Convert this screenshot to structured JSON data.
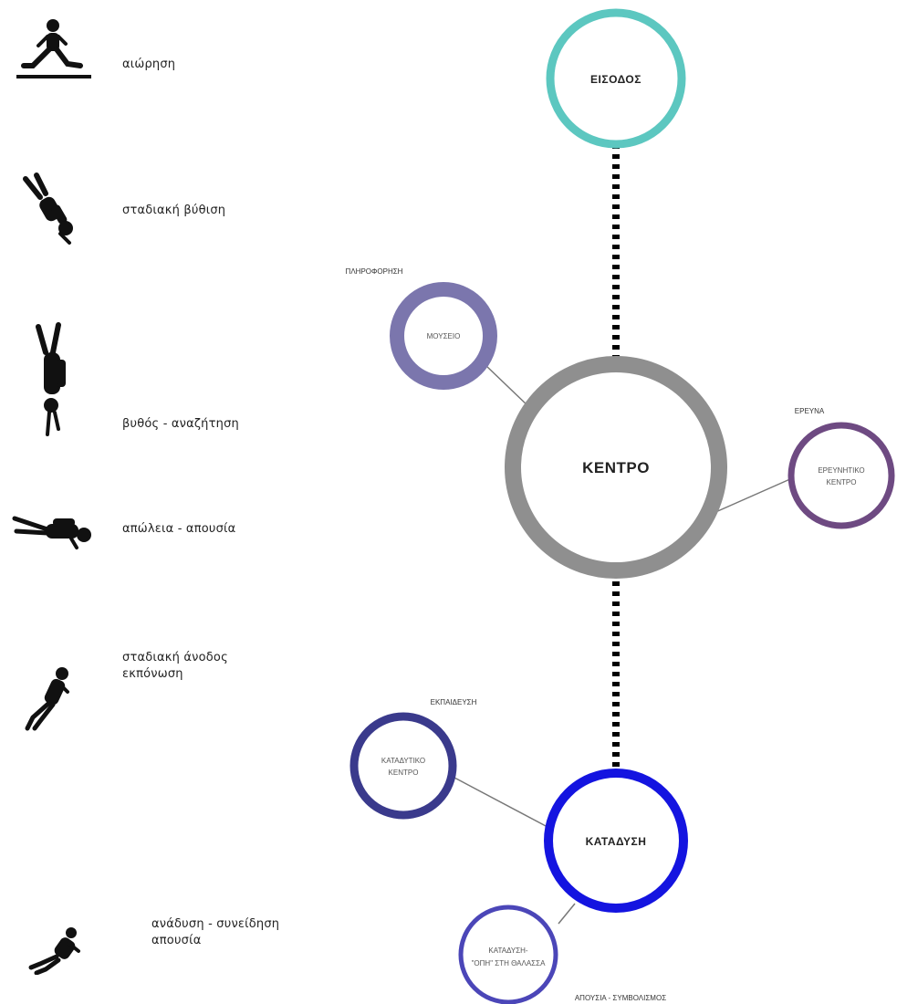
{
  "legend": [
    {
      "icon": "surface-floating-diver-icon",
      "label": "αιώρηση"
    },
    {
      "icon": "descending-diver-icon",
      "label": "σταδιακή βύθιση"
    },
    {
      "icon": "deep-diving-diver-icon",
      "label": "βυθός - αναζήτηση"
    },
    {
      "icon": "horizontal-swimming-diver-icon",
      "label": "απώλεια - απουσία"
    },
    {
      "icon": "ascending-diver-icon",
      "label": "σταδιακή άνοδος\nεκπόνωση"
    },
    {
      "icon": "surfacing-diver-icon",
      "label": "ανάδυση - συνείδηση\nαπουσία"
    }
  ],
  "nodes": {
    "entrance": {
      "label": "ΕΙΣΟΔΟΣ",
      "color": "#5cc7c0"
    },
    "center": {
      "label": "ΚΕΝΤΡΟ",
      "color": "#8f8f8f"
    },
    "museum": {
      "label": "ΜΟΥΣΕΙΟ",
      "caption": "ΠΛΗΡΟΦΟΡΗΣΗ",
      "color": "#7b76ad"
    },
    "research": {
      "label_lines": [
        "ΕΡΕΥΝΗΤΙΚΟ",
        "ΚΕΝΤΡΟ"
      ],
      "caption": "ΕΡΕΥΝΑ",
      "color": "#6e4a82"
    },
    "dive_center": {
      "label_lines": [
        "ΚΑΤΑΔΥΤΙΚΟ",
        "ΚΕΝΤΡΟ"
      ],
      "caption": "ΕΚΠΑΙΔΕΥΣΗ",
      "color": "#3a3a8c"
    },
    "dive": {
      "label": "ΚΑΤΑΔΥΣΗ",
      "color": "#1414e0"
    },
    "sea_dive": {
      "label_lines": [
        "ΚΑΤΑΔΥΣΗ-",
        "\"ΟΠΗ\" ΣΤΗ ΘΑΛΑΣΣΑ"
      ],
      "caption": "ΑΠΟΥΣΙΑ - ΣΥΜΒΟΛΙΣΜΟΣ",
      "color": "#4b46b8"
    }
  },
  "colors": {
    "diver": "#111111",
    "dashed_link": "#000000",
    "thin_link": "#777777"
  }
}
